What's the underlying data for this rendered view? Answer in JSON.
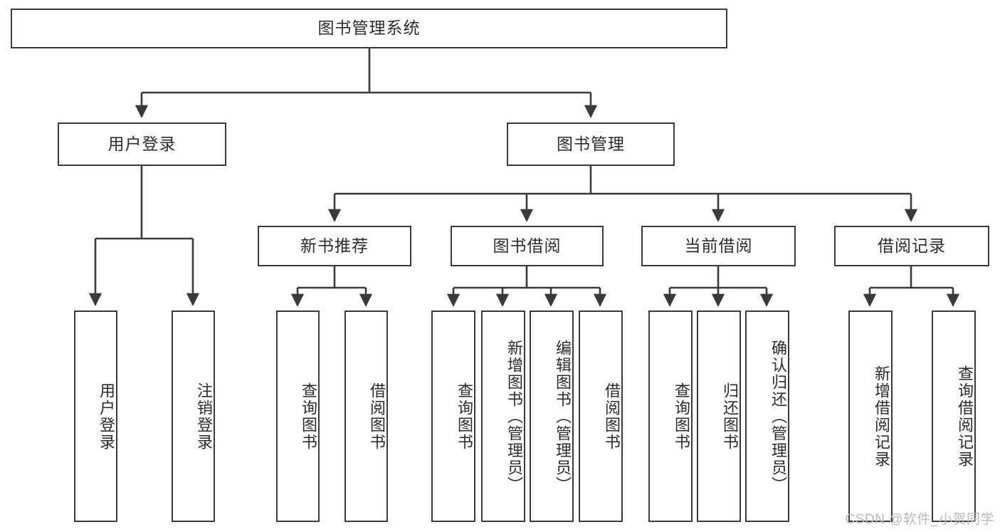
{
  "diagram": {
    "title": "图书管理系统",
    "type": "tree-hierarchy-chart",
    "root": {
      "label": "图书管理系统",
      "children": [
        {
          "label": "用户登录",
          "children": [
            {
              "label": "用户登录"
            },
            {
              "label": "注销登录"
            }
          ]
        },
        {
          "label": "图书管理",
          "children": [
            {
              "label": "新书推荐",
              "children": [
                {
                  "label": "查询图书"
                },
                {
                  "label": "借阅图书"
                }
              ]
            },
            {
              "label": "图书借阅",
              "children": [
                {
                  "label": "查询图书"
                },
                {
                  "label": "新增图书（管理员）"
                },
                {
                  "label": "编辑图书（管理员）"
                },
                {
                  "label": "借阅图书"
                }
              ]
            },
            {
              "label": "当前借阅",
              "children": [
                {
                  "label": "查询图书"
                },
                {
                  "label": "归还图书"
                },
                {
                  "label": "确认归还（管理员）"
                }
              ]
            },
            {
              "label": "借阅记录",
              "children": [
                {
                  "label": "新增借阅记录"
                },
                {
                  "label": "查询借阅记录"
                }
              ]
            }
          ]
        }
      ]
    },
    "nodes": {
      "root": "图书管理系统",
      "user_login": "用户登录",
      "book_manage": "图书管理",
      "new_book_rec": "新书推荐",
      "book_borrow": "图书借阅",
      "current_borrow": "当前借阅",
      "borrow_record": "借阅记录",
      "leaf_user_login": "用户登录",
      "leaf_user_logout": "注销登录",
      "leaf_rec_query": "查询图书",
      "leaf_rec_borrow": "借阅图书",
      "leaf_borrow_query": "查询图书",
      "leaf_borrow_add": "新增图书（管理员）",
      "leaf_borrow_edit": "编辑图书（管理员）",
      "leaf_borrow_do": "借阅图书",
      "leaf_cur_query": "查询图书",
      "leaf_cur_return": "归还图书",
      "leaf_cur_confirm": "确认归还（管理员）",
      "leaf_rec_add": "新增借阅记录",
      "leaf_rec_search": "查询借阅记录"
    },
    "watermark": "CSDN @软件_小贺同学",
    "colors": {
      "border": "#3a3a3a",
      "background": "#ffffff",
      "text": "#2b2b2b",
      "watermark": "#b9b9b9",
      "connector": "#3a3a3a"
    }
  }
}
